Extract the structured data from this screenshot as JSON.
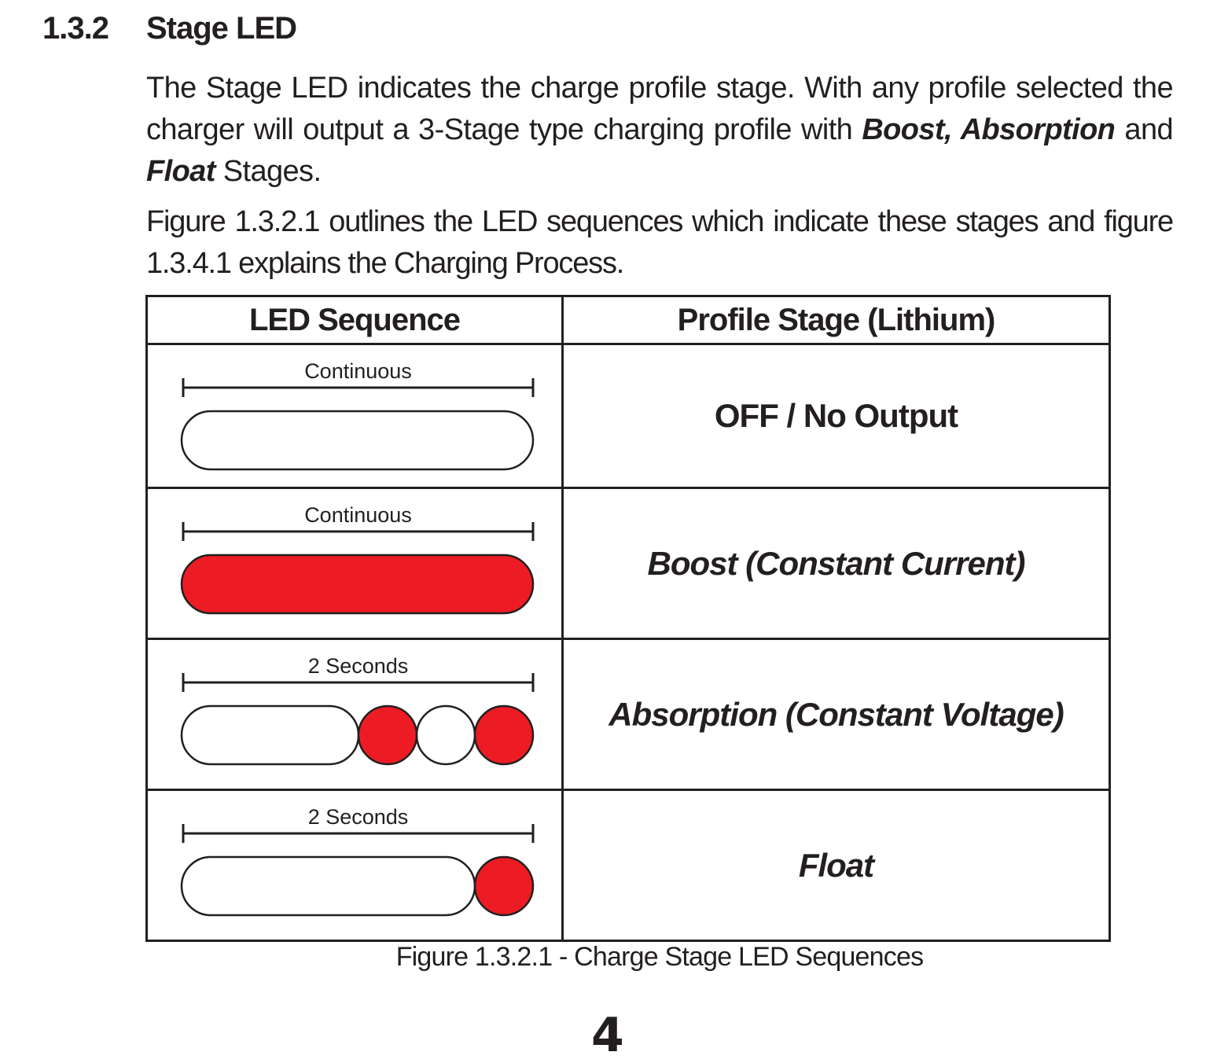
{
  "section": {
    "number": "1.3.2",
    "title": "Stage LED"
  },
  "paragraph1": {
    "before": "The Stage LED indicates the charge profile stage. With any profile selected the charger will output a 3-Stage type charging profile with ",
    "emphasis1": "Boost, Absorption",
    "middle": " and ",
    "emphasis2": "Float",
    "after": " Stages."
  },
  "paragraph2": "Figure 1.3.2.1 outlines the LED sequences which indicate these stages and figure 1.3.4.1 explains the Charging Process.",
  "table": {
    "headers": [
      "LED Sequence",
      "Profile Stage (Lithium)"
    ],
    "rows": [
      {
        "duration": "Continuous",
        "stage": "OFF / No Output",
        "led_colors": [
          "white"
        ]
      },
      {
        "duration": "Continuous",
        "stage": "Boost (Constant Current)",
        "led_colors": [
          "red"
        ]
      },
      {
        "duration": "2 Seconds",
        "stage": "Absorption (Constant Voltage)",
        "led_colors": [
          "white",
          "red",
          "white",
          "red"
        ]
      },
      {
        "duration": "2 Seconds",
        "stage": "Float",
        "led_colors": [
          "white",
          "red"
        ]
      }
    ]
  },
  "colors": {
    "led_on": "#ed1c24",
    "led_off": "#ffffff",
    "ink": "#231f20"
  },
  "caption": "Figure 1.3.2.1 - Charge Stage LED Sequences",
  "page_number": "4"
}
